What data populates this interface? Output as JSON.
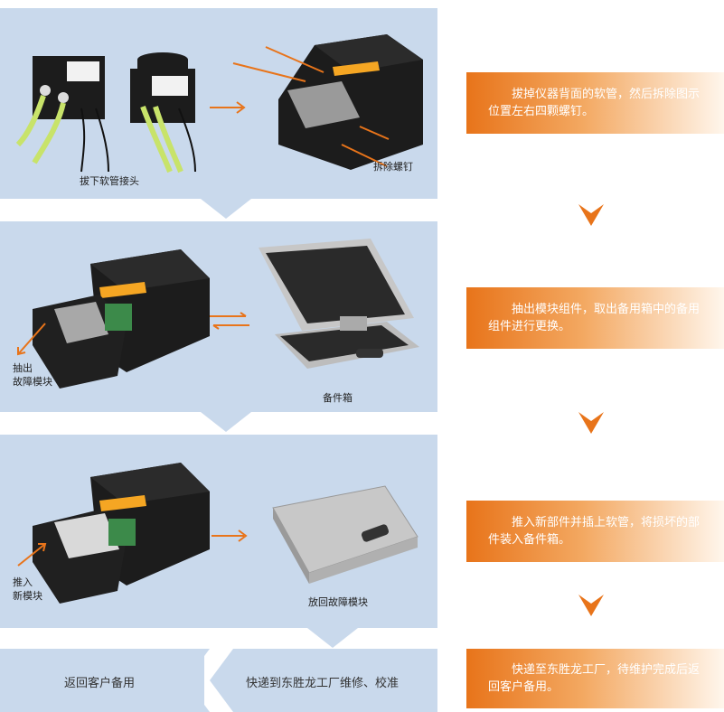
{
  "steps": [
    {
      "instruction": "拔掉仪器背面的软管，然后拆除图示位置左右四颗螺钉。",
      "labels": {
        "left": "拔下软管接头",
        "right": "拆除螺钉"
      }
    },
    {
      "instruction": "抽出模块组件，取出备用箱中的备用组件进行更换。",
      "labels": {
        "left": "抽出\n故障模块",
        "right": "备件箱"
      }
    },
    {
      "instruction": "推入新部件并插上软管，将损坏的部件装入备件箱。",
      "labels": {
        "left": "推入\n新模块",
        "right": "放回故障模块"
      }
    },
    {
      "instruction": "快递至东胜龙工厂，待维护完成后返回客户备用。",
      "labels": {
        "left": "返回客户备用",
        "right": "快递到东胜龙工厂维修、校准"
      }
    }
  ],
  "colors": {
    "accent": "#e8741a",
    "panel": "#c9d9ec",
    "device": "#1c1c1c"
  },
  "icons": [
    "chevron-down-icon",
    "arrow-right-icon",
    "swap-arrows-icon",
    "arrow-left-icon"
  ]
}
